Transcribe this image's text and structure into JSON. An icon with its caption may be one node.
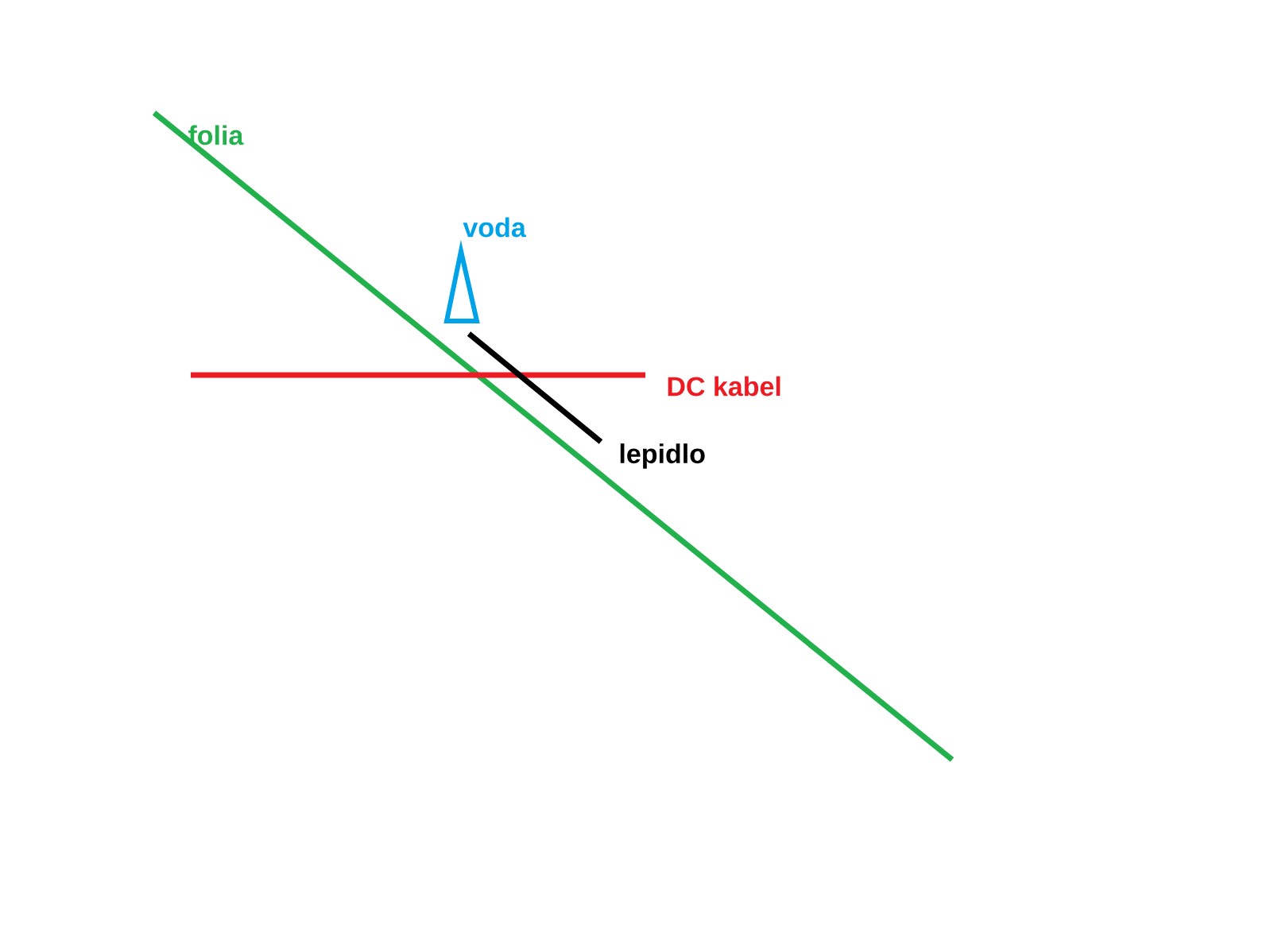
{
  "diagram": {
    "labels": [
      "folia",
      "voda",
      "DC kabel",
      "lepidlo"
    ]
  }
}
